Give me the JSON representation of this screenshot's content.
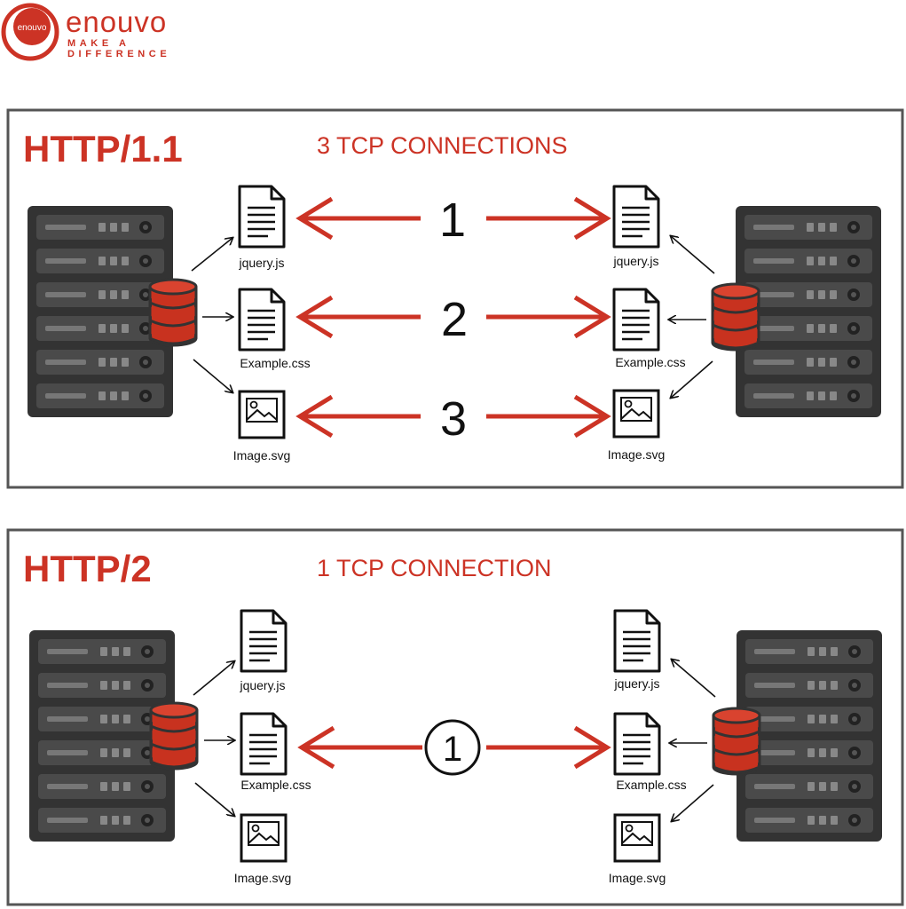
{
  "logo": {
    "badge_text": "enouvo",
    "word": "enouvo",
    "tagline": "MAKE A DIFFERENCE"
  },
  "panels": [
    {
      "protocol": "HTTP/1.1",
      "connections_label": "3 TCP CONNECTIONS",
      "connection_numbers": [
        "1",
        "2",
        "3"
      ],
      "files_left": [
        "jquery.js",
        "Example.css",
        "Image.svg"
      ],
      "files_right": [
        "jquery.js",
        "Example.css",
        "Image.svg"
      ]
    },
    {
      "protocol": "HTTP/2",
      "connections_label": "1 TCP CONNECTION",
      "connection_number": "1",
      "files_left": [
        "jquery.js",
        "Example.css",
        "Image.svg"
      ],
      "files_right": [
        "jquery.js",
        "Example.css",
        "Image.svg"
      ]
    }
  ],
  "colors": {
    "accent": "#cc3325",
    "server": "#333333",
    "border": "#555555"
  },
  "icons": [
    "server-rack-icon",
    "database-icon",
    "document-icon",
    "image-file-icon",
    "arrow-icon"
  ]
}
